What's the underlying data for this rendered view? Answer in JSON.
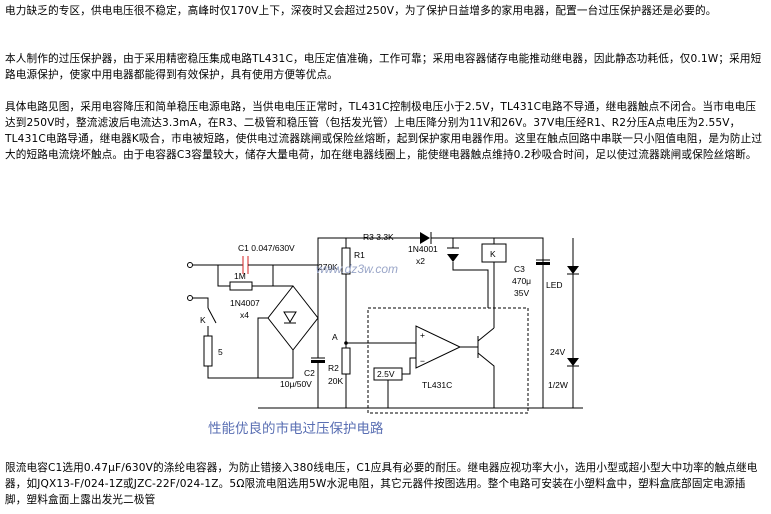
{
  "paragraphs": {
    "p1": "电力缺乏的专区，供电电压很不稳定，高峰时仅170V上下，深夜时又会超过250V，为了保护日益增多的家用电器，配置一台过压保护器还是必要的。",
    "p2": "本人制作的过压保护器，由于采用精密稳压集成电路TL431C，电压定值准确，工作可靠；采用电容器储存电能推动继电器，因此静态功耗低，仅0.1W；采用短路电源保护，使家中用电器都能得到有效保护，具有使用方便等优点。",
    "p3": "具体电路见图，采用电容降压和简单稳压电源电路，当供电电压正常时，TL431C控制极电压小于2.5V，TL431C电路不导通，继电器触点不闭合。当市电电压达到250V时，整流滤波后电流达3.3mA，在R3、二极管和稳压管（包括发光管）上电压降分别为11V和26V。37V电压经R1、R2分压A点电压为2.55V，TL431C电路导通，继电器K吸合，市电被短路，使供电过流器跳闸或保险丝熔断，起到保护家用电器作用。这里在触点回路中串联一只小阻值电阻，是为防止过大的短路电流烧坏触点。由于电容器C3容量较大，储存大量电荷，加在继电器线圈上，能使继电器触点维持0.2秒吸合时间，足以使过流器跳闸或保险丝熔断。",
    "p4": "限流电容C1选用0.47μF/630V的涤纶电容器，为防止错接入380线电压，C1应具有必要的耐压。继电器应视功率大小，选用小型或超小型大中功率的触点继电器，如JQX13-F/024-1Z或JZC-22F/024-1Z。5Ω限流电阻选用5W水泥电阻，其它元器件按图选用。整个电路可安装在小塑料盒中，塑料盒底部固定电源插脚，塑料盒面上露出发光二极管"
  },
  "schematic": {
    "labels": {
      "c1": "C1  0.047/630V",
      "r1m": "1M",
      "bridge": "1N4007",
      "bridge_count": "x4",
      "k": "K",
      "r5": "5",
      "c2": "C2",
      "c2_value": "10μ/50V",
      "r2": "R2",
      "r2_value": "20K",
      "r1": "R1",
      "r1_value": "270K",
      "point_a": "A",
      "r3": "R3  3.3K",
      "diode": "1N4001",
      "diode_count": "x2",
      "relay": "K",
      "c3": "C3",
      "c3_value": "470μ",
      "c3_volt": "35V",
      "led": "LED",
      "zener": "24V",
      "zener_power": "1/2W",
      "vref": "2.5V",
      "ic": "TL431C",
      "plus": "+",
      "minus": "−"
    },
    "watermark": "www.dz3w.com",
    "caption": "性能优良的市电过压保护电路"
  }
}
